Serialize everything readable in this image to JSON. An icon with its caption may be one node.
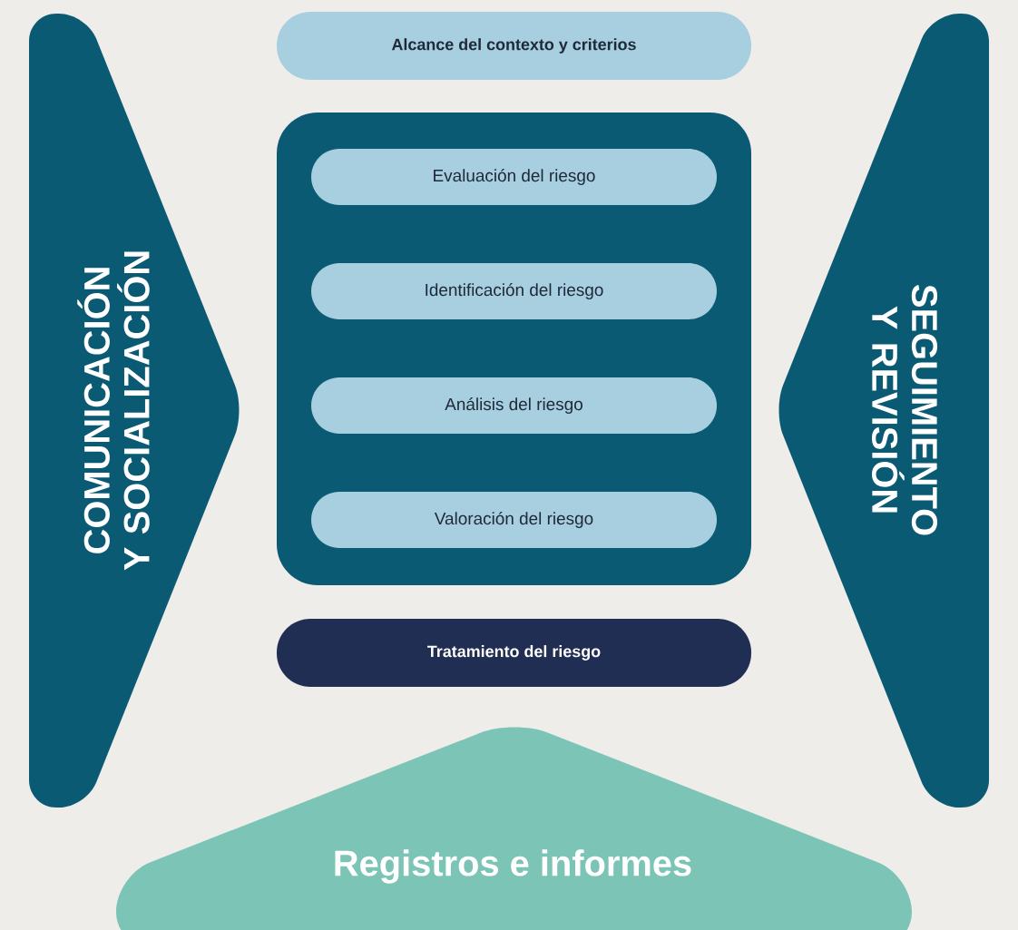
{
  "diagram": {
    "nodes": [
      {
        "text": [
          "COMUNICACIÓN Y SOCIALIZACIÓN"
        ]
      },
      {
        "text": [
          "Alcance del contexto y criterios"
        ]
      },
      {
        "text": [],
        "shape": "box"
      },
      {
        "text": [
          "Evaluación del riesgo"
        ],
        "in": 2
      },
      {
        "text": [
          "Identificación del riesgo"
        ],
        "in": 2
      },
      {
        "text": [
          "Análisis del riesgo"
        ],
        "in": 2
      },
      {
        "text": [
          "Valoración del riesgo"
        ],
        "in": 2
      },
      {
        "text": [
          "Tratamiento del riesgo"
        ]
      },
      {
        "text": [
          "SEGUIMIENTO Y REVISIÓN"
        ]
      },
      {
        "text": [
          "Registros e informes"
        ]
      }
    ]
  }
}
